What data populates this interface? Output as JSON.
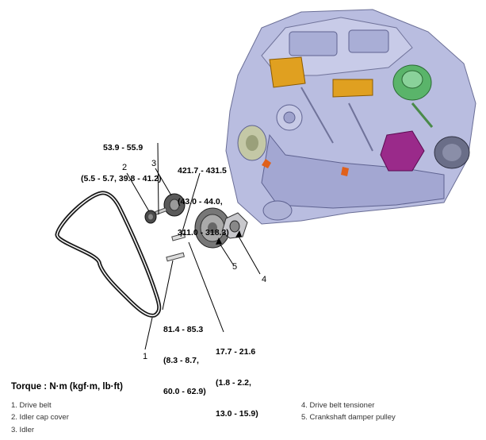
{
  "torques": {
    "t1": {
      "line1": "53.9 - 55.9",
      "line2": "(5.5 - 5.7, 39.8 - 41.2)"
    },
    "t2": {
      "line1": "421.7 - 431.5",
      "line2": "(43.0 - 44.0,",
      "line3": "311.0 - 318.3)"
    },
    "t3": {
      "line1": "81.4 - 85.3",
      "line2": "(8.3 - 8.7,",
      "line3": "60.0 - 62.9)"
    },
    "t4": {
      "line1": "17.7 - 21.6",
      "line2": "(1.8 - 2.2,",
      "line3": "13.0 - 15.9)"
    }
  },
  "callouts": {
    "n1": "1",
    "n2": "2",
    "n3": "3",
    "n4": "4",
    "n5": "5"
  },
  "legend": {
    "heading": "Torque : N·m (kgf·m, lb·ft)",
    "items": [
      "1. Drive belt",
      "2. Idler cap cover",
      "3. Idler",
      "4. Drive belt tensioner",
      "5. Crankshaft damper pulley"
    ]
  },
  "colors": {
    "engine_body": "#b9bde0",
    "intake_orange": "#e0a020",
    "filter_green": "#5ab46a",
    "turbo_magenta": "#9a2a8a",
    "belt": "#1a1a1a"
  }
}
